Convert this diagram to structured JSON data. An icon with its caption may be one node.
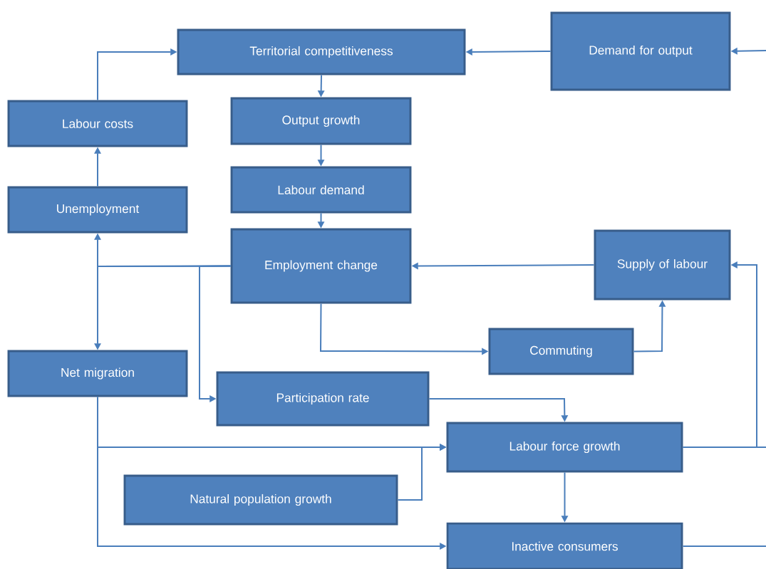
{
  "diagram": {
    "nodes": [
      {
        "text": [
          "Territorial competitiveness"
        ]
      },
      {
        "text": [
          "Demand for output"
        ]
      },
      {
        "text": [
          "Labour costs"
        ]
      },
      {
        "text": [
          "Output growth"
        ]
      },
      {
        "text": [
          "Unemployment"
        ]
      },
      {
        "text": [
          "Labour demand"
        ]
      },
      {
        "text": [
          "Employment change"
        ]
      },
      {
        "text": [
          "Supply of labour"
        ]
      },
      {
        "text": [
          "Commuting"
        ]
      },
      {
        "text": [
          "Net migration"
        ]
      },
      {
        "text": [
          "Participation rate"
        ]
      },
      {
        "text": [
          "Labour force growth"
        ]
      },
      {
        "text": [
          "Natural population growth"
        ]
      },
      {
        "text": [
          "Inactive consumers"
        ]
      }
    ],
    "edges": [
      {
        "from": null,
        "to": 1,
        "arrow": "to"
      },
      {
        "from": 1,
        "to": 0,
        "arrow": "to"
      },
      {
        "from": 2,
        "to": 0,
        "arrow": "to"
      },
      {
        "from": 0,
        "to": 3,
        "arrow": "to"
      },
      {
        "from": 3,
        "to": 5,
        "arrow": "to"
      },
      {
        "from": 5,
        "to": 6,
        "arrow": "to"
      },
      {
        "from": 4,
        "to": 2,
        "arrow": "to"
      },
      {
        "from": 6,
        "to": 4,
        "arrow": "to"
      },
      {
        "from": 6,
        "to": 9,
        "arrow": "to"
      },
      {
        "from": 6,
        "to": 10,
        "arrow": "to"
      },
      {
        "from": 7,
        "to": 6,
        "arrow": "to"
      },
      {
        "from": 6,
        "to": 8,
        "arrow": "to"
      },
      {
        "from": 8,
        "to": 7,
        "arrow": "to"
      },
      {
        "from": 10,
        "to": 11,
        "arrow": "to"
      },
      {
        "from": 9,
        "to": 11,
        "arrow": "to"
      },
      {
        "from": 12,
        "to": 11,
        "arrow": "to"
      },
      {
        "from": 9,
        "to": 13,
        "arrow": "to"
      },
      {
        "from": 11,
        "to": 13,
        "arrow": "to"
      },
      {
        "from": 11,
        "to": 7,
        "arrow": "to"
      },
      {
        "from": 11,
        "to": null,
        "arrow": "none"
      },
      {
        "from": 13,
        "to": null,
        "arrow": "none"
      }
    ]
  }
}
